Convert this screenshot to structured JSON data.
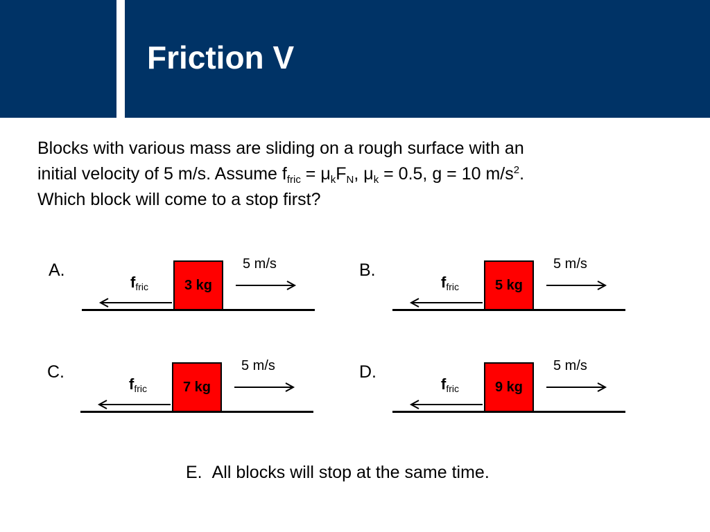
{
  "slide": {
    "title": "Friction V",
    "question": {
      "line1": "Blocks with various mass are sliding on a rough surface with an",
      "line2_a": "initial velocity of 5 m/s.  Assume f",
      "sub_fric": "fric",
      "line2_b": " = μ",
      "sub_k1": "k",
      "line2_c": "F",
      "sub_N": "N",
      "line2_d": ", μ",
      "sub_k2": "k",
      "line2_e": " = 0.5, g = 10 m/s",
      "sup_2": "2",
      "line2_f": ".",
      "line3": "Which block will come to a stop first?"
    },
    "options": [
      {
        "letter": "A.",
        "mass": "3 kg",
        "speed": "5 m/s",
        "friction_main": "f",
        "friction_sub": "fric"
      },
      {
        "letter": "B.",
        "mass": "5 kg",
        "speed": "5 m/s",
        "friction_main": "f",
        "friction_sub": "fric"
      },
      {
        "letter": "C.",
        "mass": "7 kg",
        "speed": "5 m/s",
        "friction_main": "f",
        "friction_sub": "fric"
      },
      {
        "letter": "D.",
        "mass": "9 kg",
        "speed": "5 m/s",
        "friction_main": "f",
        "friction_sub": "fric"
      }
    ],
    "answer_e": {
      "letter": "E.",
      "text": "All blocks will stop at the same time."
    },
    "colors": {
      "header": "#003366",
      "block": "#ff0000",
      "title_text": "#ffffff"
    }
  }
}
